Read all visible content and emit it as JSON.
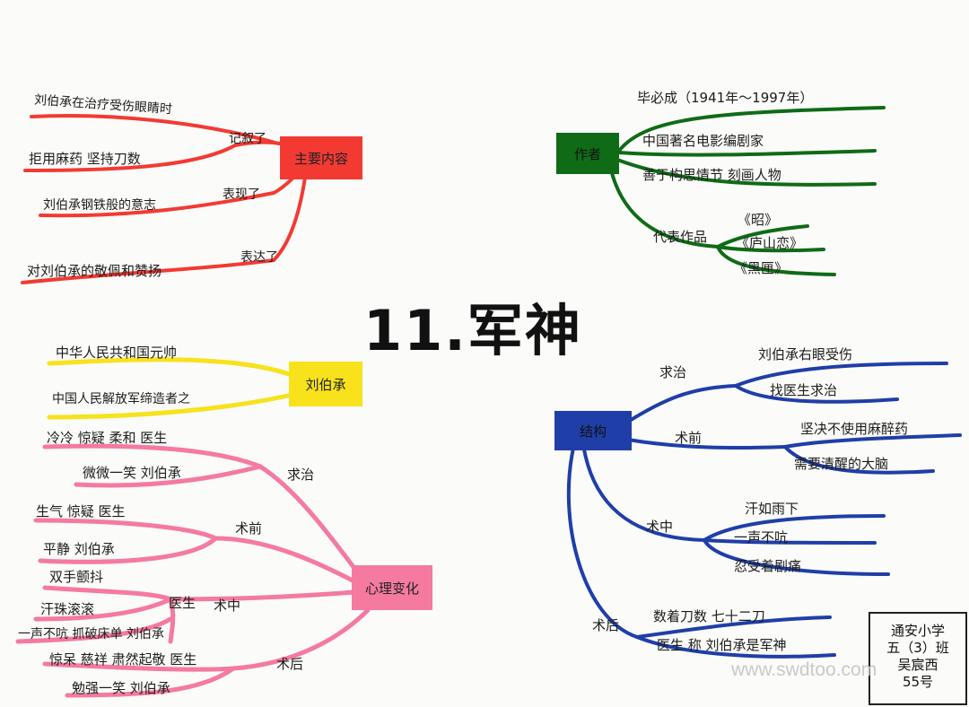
{
  "title": "11.军神",
  "colors": {
    "red": "#f23a33",
    "green": "#0f6b16",
    "yellow": "#f7e21c",
    "pink": "#f47aa0",
    "blue": "#1f3ea8",
    "ink": "#1c1c1c"
  },
  "red": {
    "root": "主要内容",
    "items": [
      "刘伯承在治疗受伤眼睛时",
      "记叙了",
      "拒用麻药 坚持刀数",
      "刘伯承钢铁般的意志",
      "表现了",
      "对刘伯承的敬佩和赞扬",
      "表达了"
    ]
  },
  "green": {
    "root": "作者",
    "items": [
      "毕必成（1941年～1997年）",
      "中国著名电影编剧家",
      "善于构思情节 刻画人物",
      "代表作品"
    ],
    "works": [
      "《昭》",
      "《庐山恋》",
      "《黑匣》"
    ]
  },
  "yellow": {
    "root": "刘伯承",
    "items": [
      "中华人民共和国元帅",
      "中国人民解放军缔造者之"
    ]
  },
  "pink": {
    "root": "心理变化",
    "stages": [
      "求治",
      "术前",
      "术中",
      "术后"
    ],
    "qiuzhi": [
      "冷冷 惊疑 柔和 医生",
      "微微一笑 刘伯承"
    ],
    "shuqian": [
      "生气 惊疑 医生",
      "平静 刘伯承"
    ],
    "shuzhong_label": "医生",
    "shuzhong": [
      "双手颤抖",
      "汗珠滚滚",
      "一声不吭 抓破床单 刘伯承"
    ],
    "shuhou": [
      "惊呆 慈祥 肃然起敬 医生",
      "勉强一笑 刘伯承"
    ]
  },
  "blue": {
    "root": "结构",
    "stages": [
      "求治",
      "术前",
      "术中",
      "术后"
    ],
    "qiuzhi": [
      "刘伯承右眼受伤",
      "找医生求治"
    ],
    "shuqian": [
      "坚决不使用麻醉药",
      "需要清醒的大脑"
    ],
    "shuzhong": [
      "汗如雨下",
      "一声不吭",
      "忍受着剧痛"
    ],
    "shuhou": [
      "数着刀数 七十二刀",
      "医生 称 刘伯承是军神"
    ]
  },
  "stamp": [
    "通安小学",
    "五（3）班",
    "吴宸西",
    "55号"
  ],
  "watermark": "www.swdtoo.com"
}
